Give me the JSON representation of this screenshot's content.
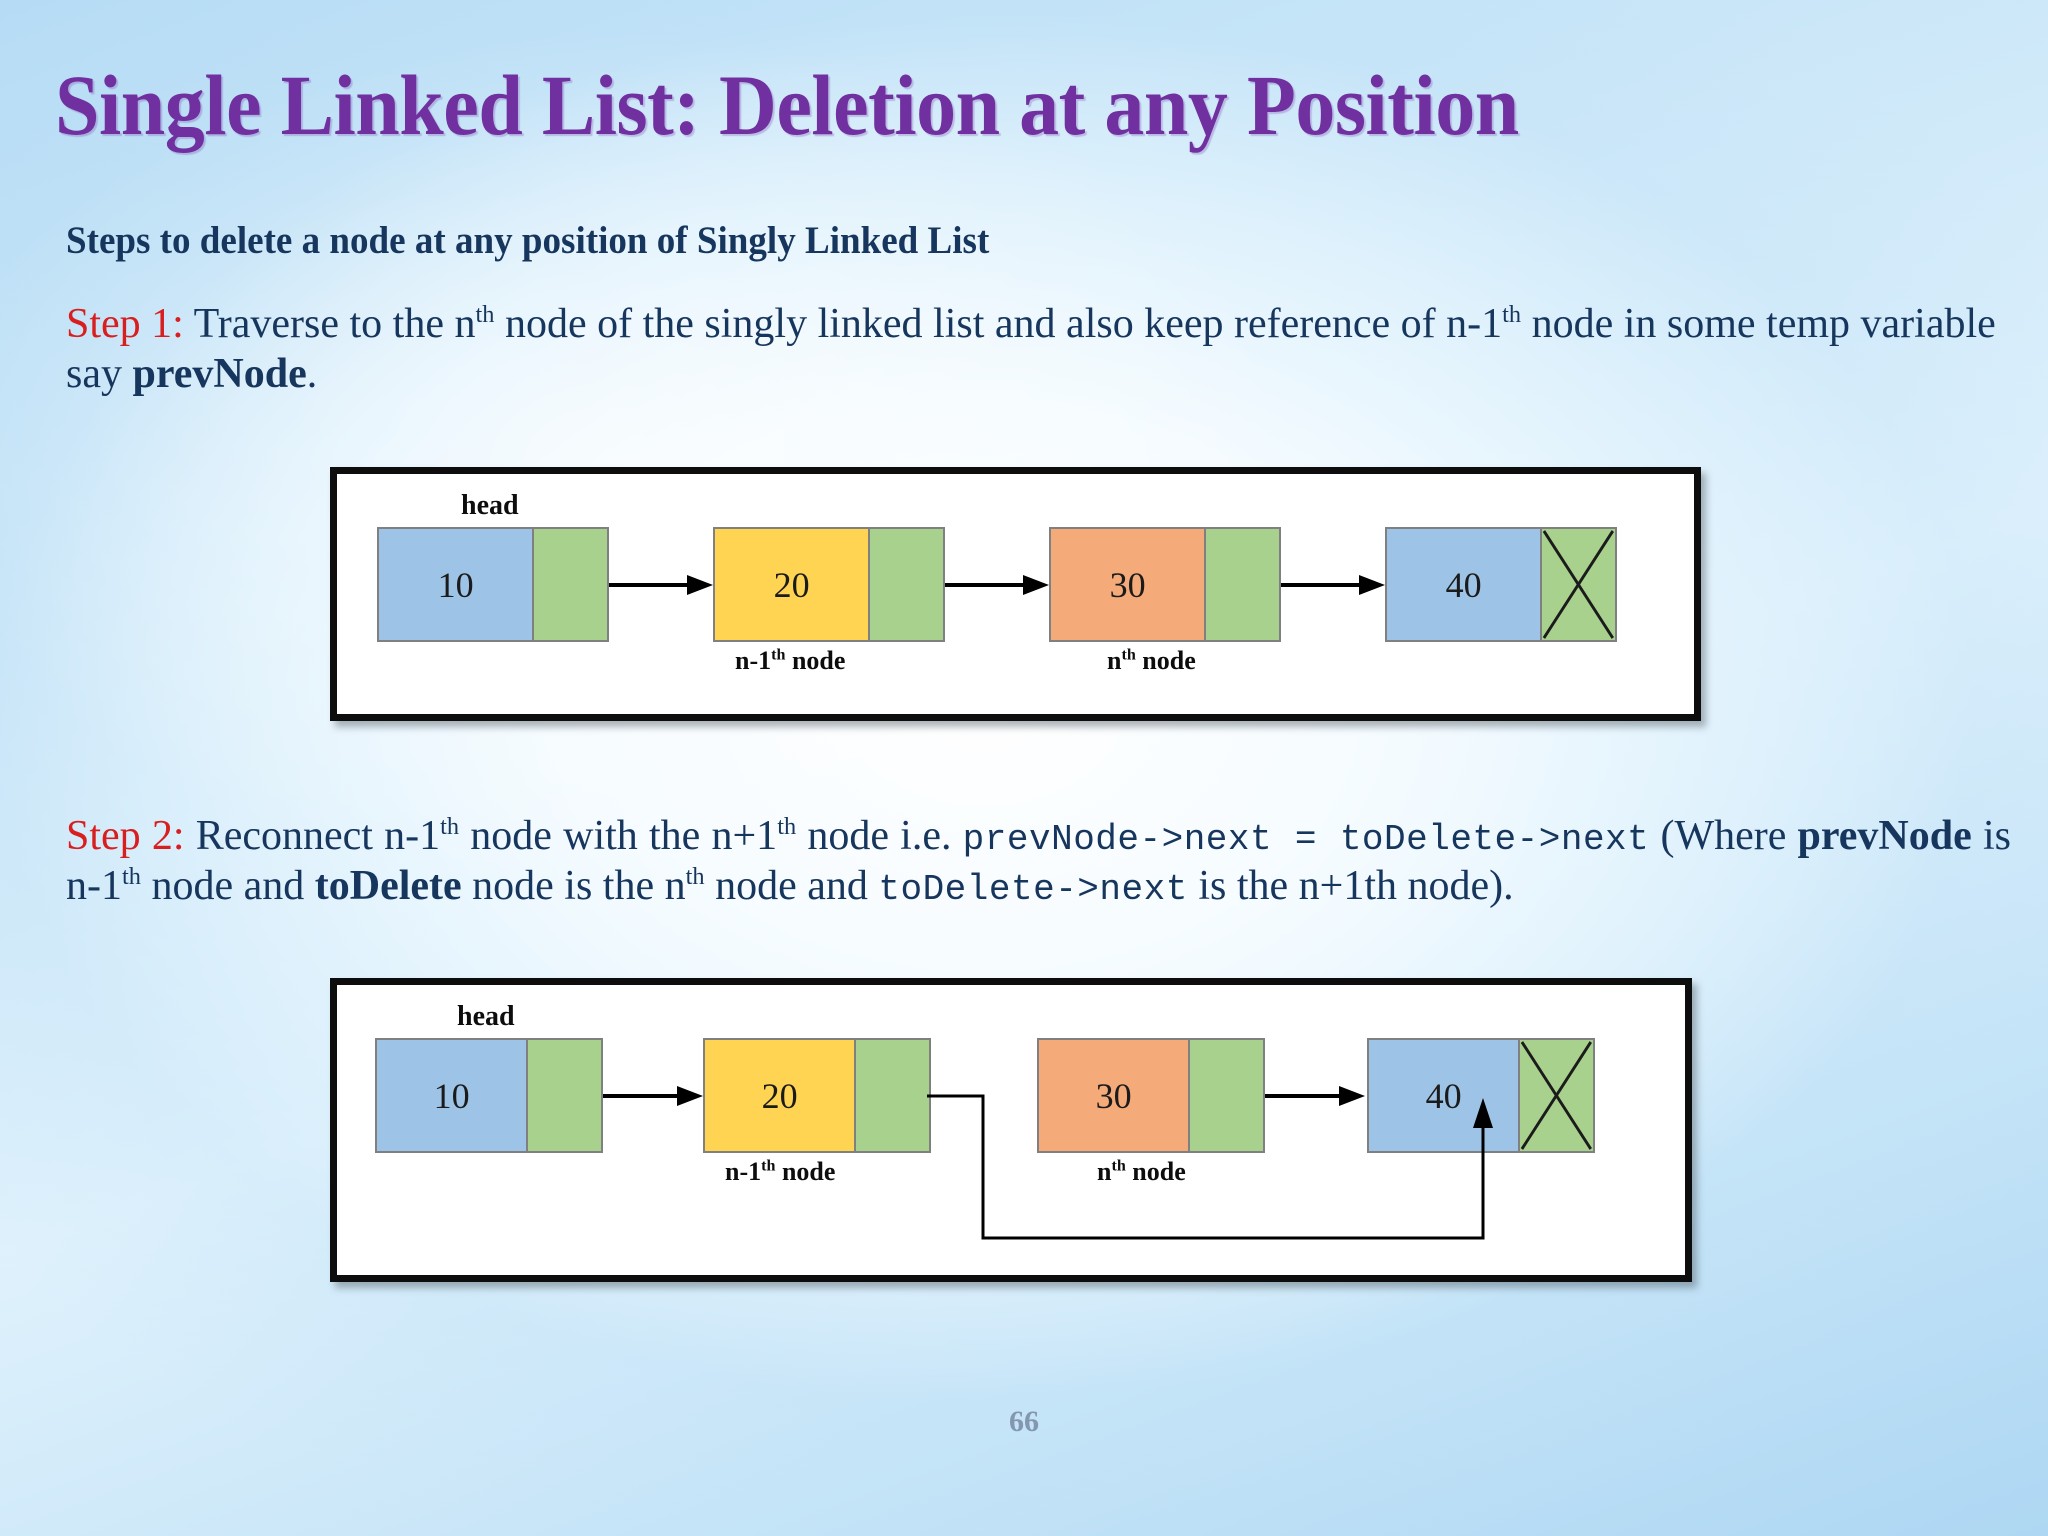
{
  "slide": {
    "title": "Single Linked List: Deletion at any Position",
    "title_color": "#7030a0",
    "subtitle": "Steps to delete a node at any position of Singly Linked List",
    "body_color": "#17365d",
    "step_label_color": "#d81f20",
    "page_number": "66"
  },
  "step1": {
    "label": "Step 1:",
    "t1": " Traverse to the n",
    "sup1": "th",
    "t2": " node of the singly linked list and also keep reference of n-1",
    "sup2": "th",
    "t3": " node in some temp variable say ",
    "bold1": "prevNode",
    "t4": "."
  },
  "step2": {
    "label": "Step 2:",
    "t1": " Reconnect n-1",
    "sup1": "th",
    "t2": " node with the n+1",
    "sup2": "th",
    "t3": " node i.e. ",
    "code1": "prevNode->next = toDelete->next",
    "t4": " (Where ",
    "bold1": "prevNode",
    "t5": " is n-1",
    "sup3": "th",
    "t6": " node and ",
    "bold2": "toDelete",
    "t7": " node is the n",
    "sup4": "th",
    "t8": " node and ",
    "code2": "toDelete->next",
    "t9": " is the n+1th node)."
  },
  "diagram1": {
    "head_label": "head",
    "nodes": [
      {
        "value": "10",
        "data_color": "#9dc3e6",
        "next_color": "#a9d18e",
        "label": "",
        "label_sup": "",
        "label_tail": "",
        "null_x": false
      },
      {
        "value": "20",
        "data_color": "#ffd452",
        "next_color": "#a9d18e",
        "label": "n-1",
        "label_sup": "th",
        "label_tail": " node",
        "null_x": false
      },
      {
        "value": "30",
        "data_color": "#f4ab79",
        "next_color": "#a9d18e",
        "label": "n",
        "label_sup": "th",
        "label_tail": " node",
        "null_x": false
      },
      {
        "value": "40",
        "data_color": "#9dc3e6",
        "next_color": "#a9d18e",
        "label": "",
        "label_sup": "",
        "label_tail": "",
        "null_x": true
      }
    ]
  },
  "diagram2": {
    "head_label": "head",
    "nodes": [
      {
        "value": "10",
        "data_color": "#9dc3e6",
        "next_color": "#a9d18e",
        "label": "",
        "label_sup": "",
        "label_tail": "",
        "null_x": false
      },
      {
        "value": "20",
        "data_color": "#ffd452",
        "next_color": "#a9d18e",
        "label": "n-1",
        "label_sup": "th",
        "label_tail": " node",
        "null_x": false
      },
      {
        "value": "30",
        "data_color": "#f4ab79",
        "next_color": "#a9d18e",
        "label": "n",
        "label_sup": "th",
        "label_tail": " node",
        "null_x": false
      },
      {
        "value": "40",
        "data_color": "#9dc3e6",
        "next_color": "#a9d18e",
        "label": "",
        "label_sup": "",
        "label_tail": "",
        "null_x": true
      }
    ]
  }
}
